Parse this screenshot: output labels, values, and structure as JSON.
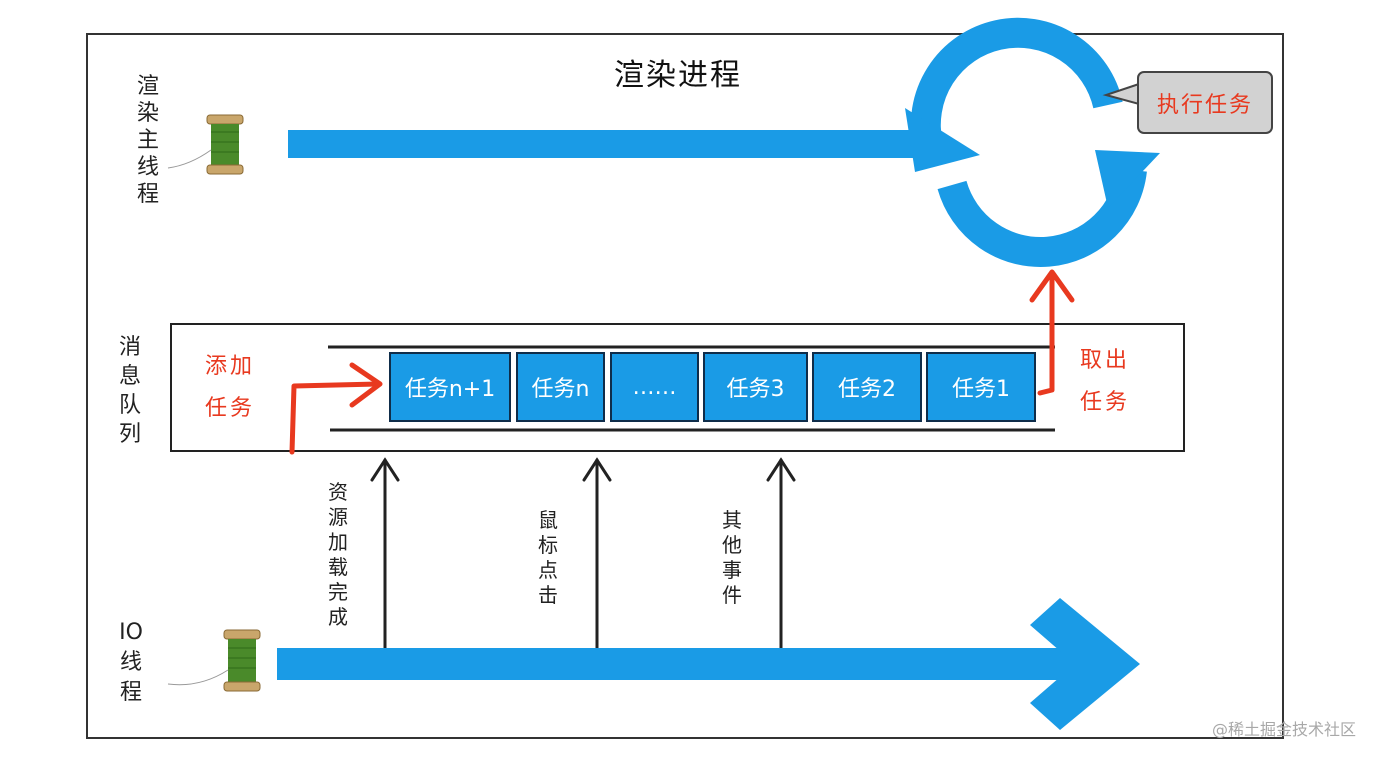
{
  "title": "渲染进程",
  "main_thread_label": [
    "渲",
    "染",
    "主",
    "线",
    "程"
  ],
  "queue_label": [
    "消",
    "息",
    "队",
    "列"
  ],
  "io_thread_label": [
    "IO",
    "线",
    "程"
  ],
  "add_task": [
    "添加",
    "任务"
  ],
  "take_task": [
    "取出",
    "任务"
  ],
  "execute_task": "执行任务",
  "tasks": [
    "任务n+1",
    "任务n",
    "……",
    "任务3",
    "任务2",
    "任务1"
  ],
  "events": {
    "resource": [
      "资",
      "源",
      "加",
      "载",
      "完",
      "成"
    ],
    "mouse": [
      "鼠",
      "标",
      "点",
      "击"
    ],
    "other": [
      "其",
      "他",
      "事",
      "件"
    ]
  },
  "watermark": "@稀土掘金技术社区",
  "colors": {
    "blue": "#1a9be6",
    "red": "#e8391f",
    "bubble": "#d2d2d2"
  }
}
